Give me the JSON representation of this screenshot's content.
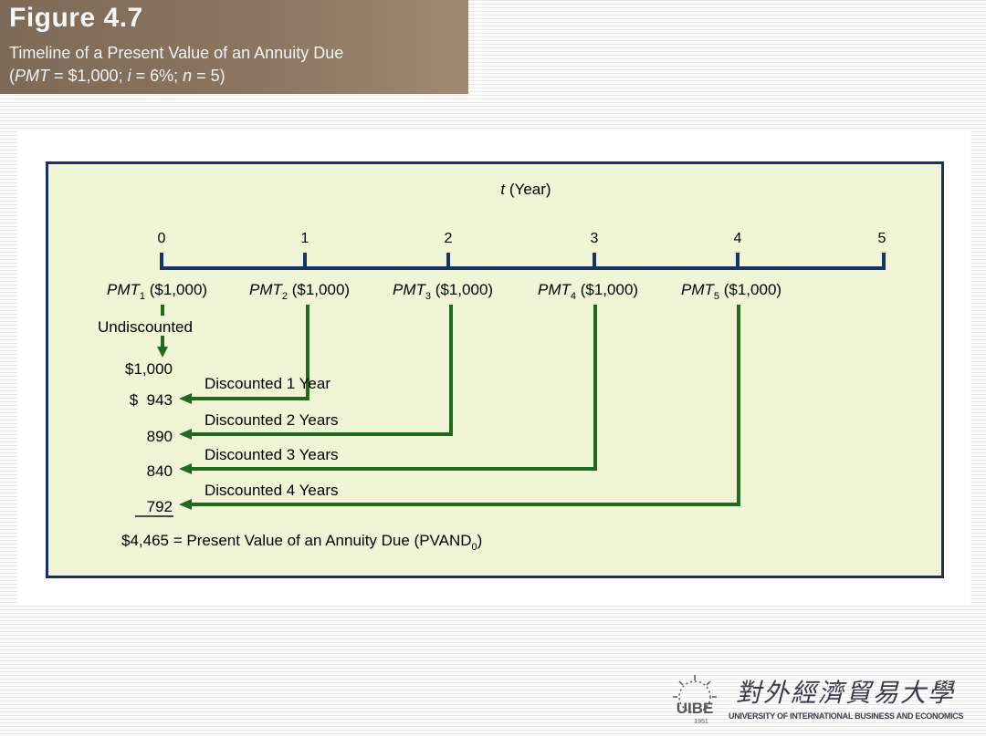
{
  "title": {
    "figure": "Figure 4.7",
    "subtitle": "Timeline of a Present Value of an Annuity Due",
    "params": "(PMT = $1,000; i = 6%; n = 5)"
  },
  "axis_label": "t (Year)",
  "years": [
    "0",
    "1",
    "2",
    "3",
    "4",
    "5"
  ],
  "payments": [
    {
      "name": "PMT",
      "sub": "1",
      "amount": "($1,000)"
    },
    {
      "name": "PMT",
      "sub": "2",
      "amount": "($1,000)"
    },
    {
      "name": "PMT",
      "sub": "3",
      "amount": "($1,000)"
    },
    {
      "name": "PMT",
      "sub": "4",
      "amount": "($1,000)"
    },
    {
      "name": "PMT",
      "sub": "5",
      "amount": "($1,000)"
    }
  ],
  "undiscounted_label": "Undiscounted",
  "values": [
    "$1,000",
    "$  943",
    "890",
    "840",
    "792"
  ],
  "discount_labels": [
    "Discounted 1 Year",
    "Discounted 2 Years",
    "Discounted 3 Years",
    "Discounted 4 Years"
  ],
  "total": {
    "amount": "$4,465",
    "text": "= Present Value of an Annuity Due (PVAND",
    "sub": "0",
    "close": ")"
  },
  "colors": {
    "axis": "#17316d",
    "arrow": "#1f6a1f",
    "box_bg": "#f0f5d5",
    "title_bg": "#8b7560"
  },
  "logo": {
    "chinese": "對外經濟貿易大學",
    "english": "UNIVERSITY OF INTERNATIONAL BUSINESS AND ECONOMICS",
    "mark": "UIBE",
    "year": "1951"
  }
}
